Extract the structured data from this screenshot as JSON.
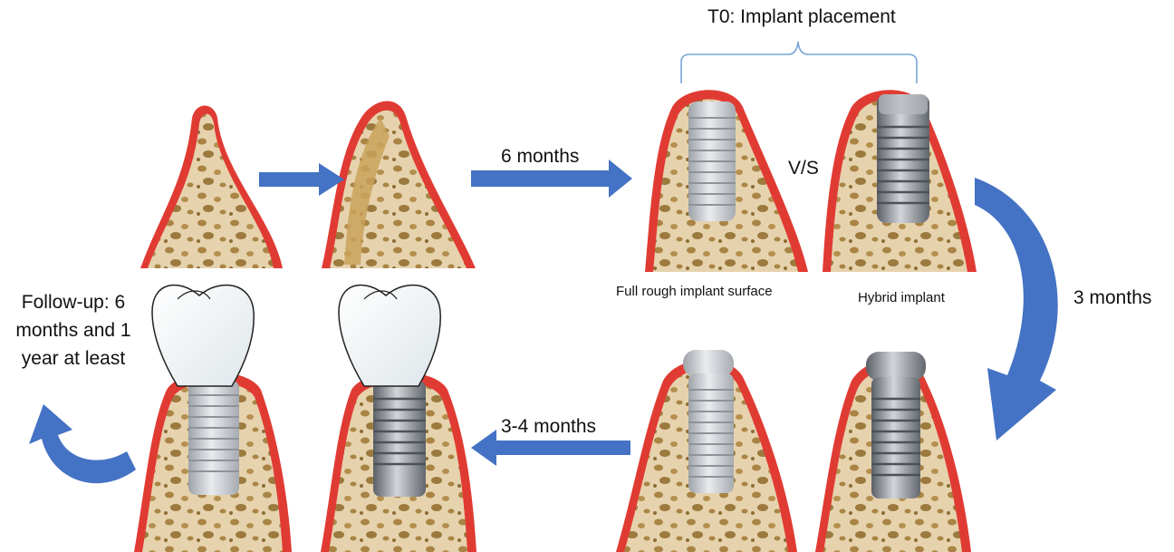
{
  "title": "T0: Implant placement",
  "labels": {
    "six_months": "6 months",
    "versus": "V/S",
    "full_rough": "Full rough implant surface",
    "hybrid": "Hybrid  implant",
    "three_months": "3 months",
    "three_four_months": "3-4 months",
    "followup": "Follow-up: 6 months and 1 year at least"
  },
  "colors": {
    "arrow": "#4472c4",
    "gingiva": "#e0443a",
    "bone": "#e8d6b4",
    "marrow": "#b8924c",
    "implant_light": "#c9cdd2",
    "implant_dark": "#7d8289",
    "crown": "#f4f7f9",
    "bracket": "#7aa6d8"
  },
  "icons": [
    "block-arrow-icon",
    "curved-arrow-icon",
    "implant-icon",
    "crown-icon",
    "bone-ridge-icon"
  ]
}
